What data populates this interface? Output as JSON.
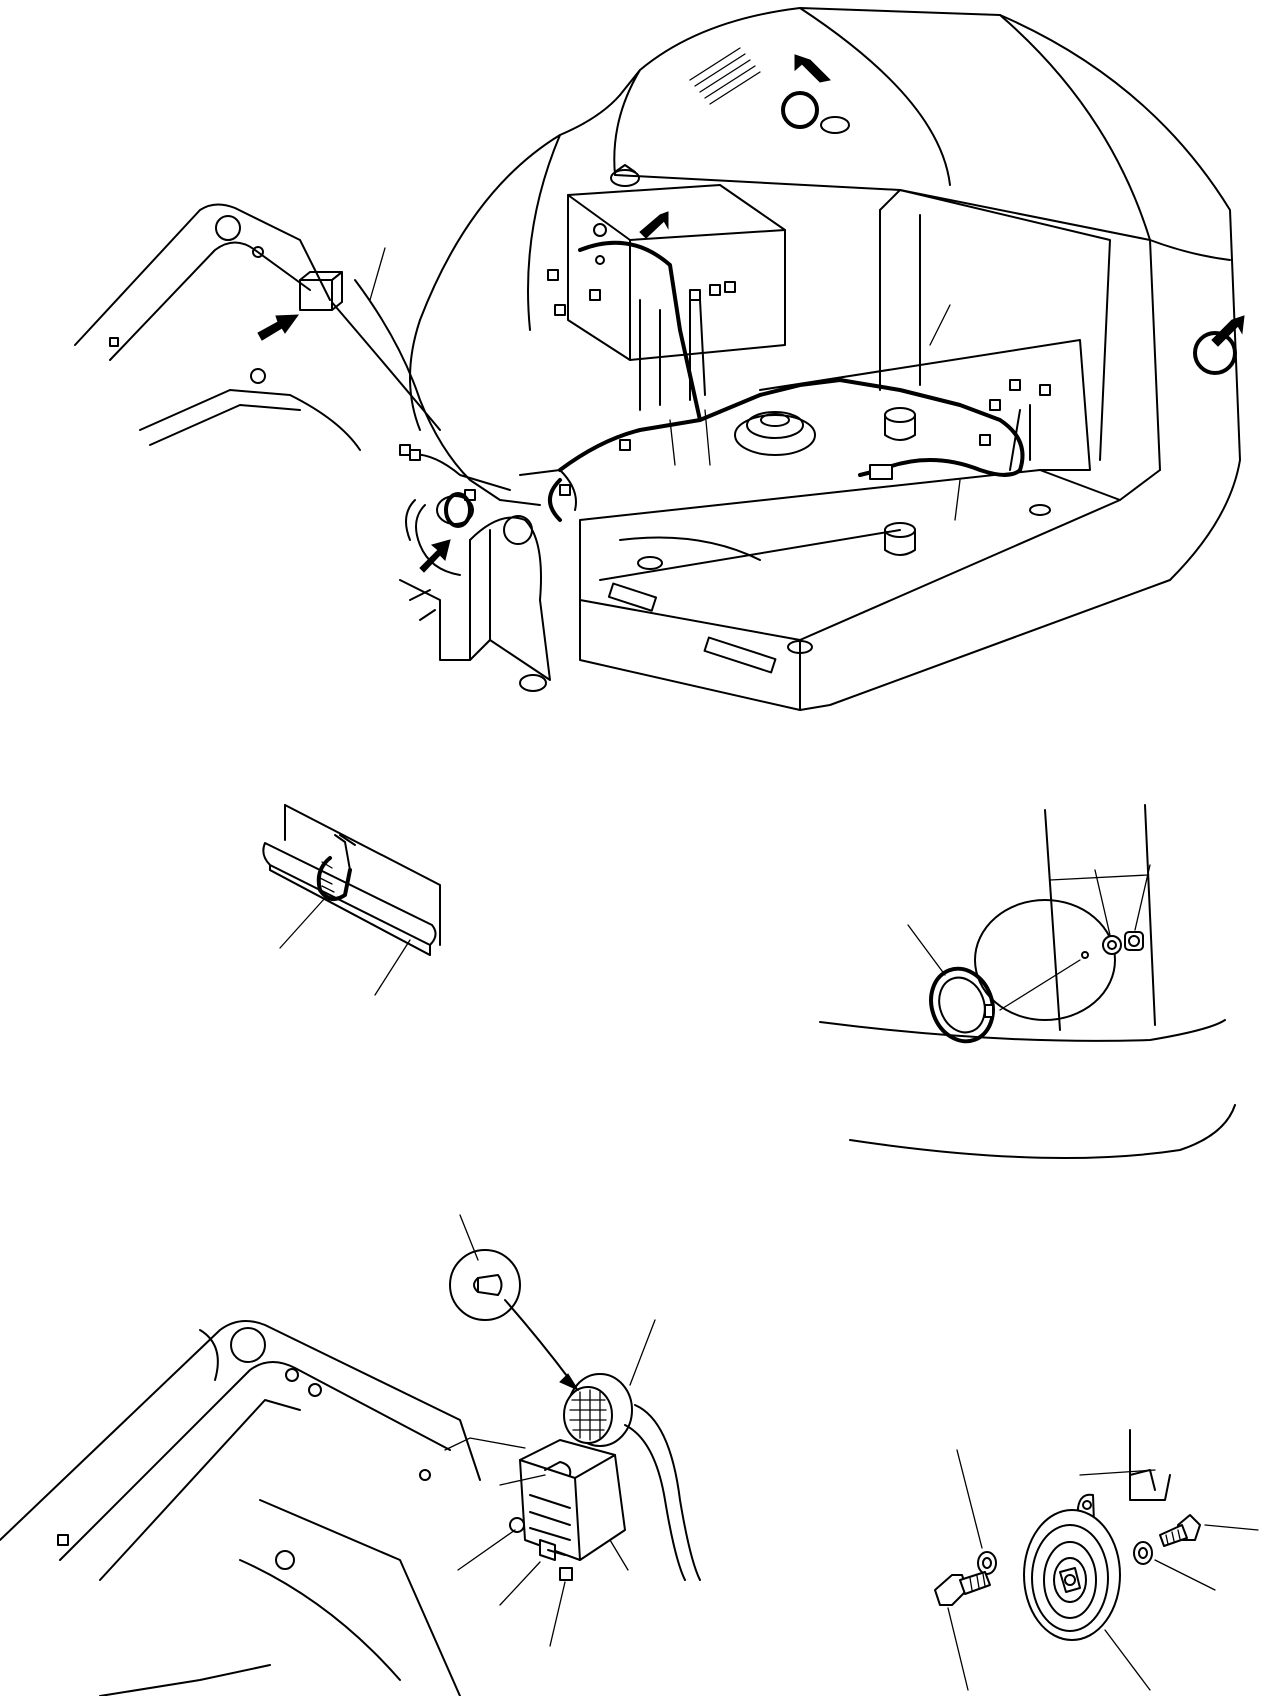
{
  "figure": {
    "kind": "exploded parts assembly drawing",
    "panels": [
      "machine-overview-wiring",
      "harness-clamp-detail",
      "side-lamp-detail",
      "boom-work-light-assembly",
      "horn-assembly"
    ],
    "callout_arrow_count": 5,
    "leader_line_count": 19,
    "color_line": "#000000",
    "color_background": "#ffffff"
  }
}
